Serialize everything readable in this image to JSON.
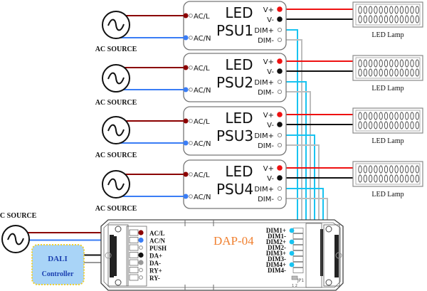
{
  "diagram": {
    "title": "DAP-04 DALI wiring diagram",
    "colors": {
      "ac_l_wire": "#8b0000",
      "ac_n_wire": "#3a7df5",
      "v_plus_wire": "#ee1111",
      "v_minus_wire": "#111111",
      "dim_plus_wire": "#19c3f0",
      "dim_minus_wire": "#bdbdbd",
      "dap_title": "#f08030",
      "dali_fill": "#a9d4f7",
      "dali_border": "#f0d030",
      "dali_text": "#1a3fb0"
    },
    "ac_sources": [
      {
        "label": "AC SOURCE"
      },
      {
        "label": "AC SOURCE"
      },
      {
        "label": "AC SOURCE"
      },
      {
        "label": "AC SOURCE"
      },
      {
        "label": "AC SOURCE"
      }
    ],
    "psus": [
      {
        "line1": "LED",
        "line2": "PSU1",
        "in_l": "AC/L",
        "in_n": "AC/N",
        "out_p": "V+",
        "out_m": "V-",
        "dim_p": "DIM+",
        "dim_m": "DIM-"
      },
      {
        "line1": "LED",
        "line2": "PSU2",
        "in_l": "AC/L",
        "in_n": "AC/N",
        "out_p": "V+",
        "out_m": "V-",
        "dim_p": "DIM+",
        "dim_m": "DIM-"
      },
      {
        "line1": "LED",
        "line2": "PSU3",
        "in_l": "AC/L",
        "in_n": "AC/N",
        "out_p": "V+",
        "out_m": "V-",
        "dim_p": "DIM+",
        "dim_m": "DIM-"
      },
      {
        "line1": "LED",
        "line2": "PSU4",
        "in_l": "AC/L",
        "in_n": "AC/N",
        "out_p": "V+",
        "out_m": "V-",
        "dim_p": "DIM+",
        "dim_m": "DIM-"
      }
    ],
    "lamps": [
      {
        "label": "LED Lamp"
      },
      {
        "label": "LED Lamp"
      },
      {
        "label": "LED Lamp"
      },
      {
        "label": "LED Lamp"
      }
    ],
    "dali_controller": {
      "line1": "DALI",
      "line2": "Controller"
    },
    "dap": {
      "title": "DAP-04",
      "left_terminals": [
        "AC/L",
        "AC/N",
        "PUSH",
        "DA+",
        "DA-",
        "RY+",
        "RY-"
      ],
      "right_terminals": [
        "DIM1+",
        "DIM1-",
        "DIM2+",
        "DIM2-",
        "DIM3+",
        "DIM3-",
        "DIM4+",
        "DIM4-"
      ],
      "jumper": "JP1",
      "jumper_pins": "1 2"
    }
  }
}
